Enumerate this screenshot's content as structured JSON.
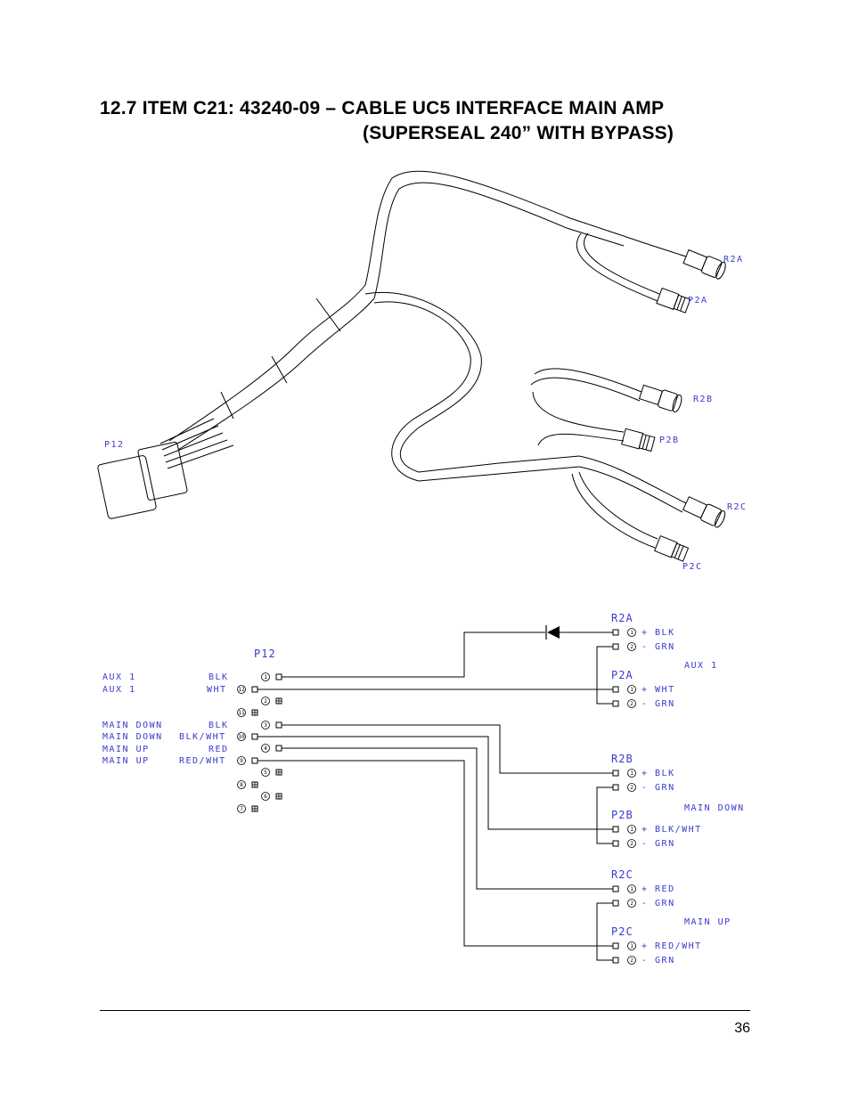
{
  "heading": {
    "line1": "12.7  ITEM C21:  43240-09 – CABLE UC5 INTERFACE MAIN AMP",
    "line2": "(SUPERSEAL 240” WITH BYPASS)"
  },
  "harness": {
    "labels": {
      "p12": "P12",
      "r2a": "R2A",
      "p2a": "P2A",
      "r2b": "R2B",
      "p2b": "P2B",
      "r2c": "R2C",
      "p2c": "P2C"
    }
  },
  "schematic": {
    "p12_title": "P12",
    "functions": [
      {
        "name": "AUX 1",
        "wire": "BLK"
      },
      {
        "name": "AUX 1",
        "wire": "WHT"
      },
      {
        "name": "MAIN DOWN",
        "wire": "BLK"
      },
      {
        "name": "MAIN DOWN",
        "wire": "BLK/WHT"
      },
      {
        "name": "MAIN UP",
        "wire": "RED"
      },
      {
        "name": "MAIN UP",
        "wire": "RED/WHT"
      }
    ],
    "pins": [
      "1",
      "12",
      "2",
      "11",
      "3",
      "10",
      "4",
      "9",
      "5",
      "8",
      "6",
      "7"
    ],
    "connectors": [
      {
        "id": "R2A",
        "pin1": "+ BLK",
        "pin2": "- GRN"
      },
      {
        "id": "P2A",
        "pin1": "+ WHT",
        "pin2": "- GRN"
      },
      {
        "id": "R2B",
        "pin1": "+ BLK",
        "pin2": "- GRN"
      },
      {
        "id": "P2B",
        "pin1": "+ BLK/WHT",
        "pin2": "- GRN"
      },
      {
        "id": "R2C",
        "pin1": "+ RED",
        "pin2": "- GRN"
      },
      {
        "id": "P2C",
        "pin1": "+ RED/WHT",
        "pin2": "- GRN"
      }
    ],
    "groups": [
      "AUX 1",
      "MAIN DOWN",
      "MAIN UP"
    ],
    "pin_labels": {
      "one": "1",
      "two": "2"
    }
  },
  "footer": {
    "page_number": "36"
  },
  "colors": {
    "label_blue": "#3a3ad0",
    "line": "#000000"
  }
}
